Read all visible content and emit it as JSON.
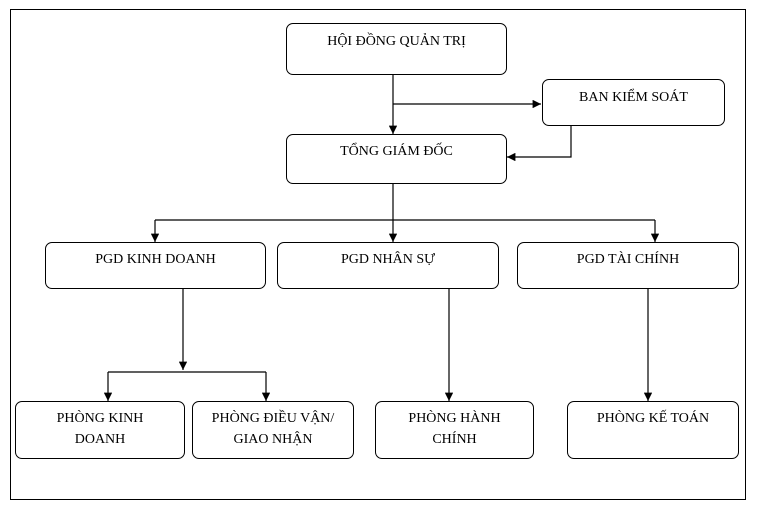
{
  "diagram": {
    "board": "HỘI ĐỒNG QUẢN TRỊ",
    "supervisory": "BAN KIỂM SOÁT",
    "ceo": "TỔNG GIÁM ĐỐC",
    "vp_business": "PGD KINH DOANH",
    "vp_hr": "PGD NHÂN SỰ",
    "vp_finance": "PGD TÀI CHÍNH",
    "dept_business": "PHÒNG KINH DOANH",
    "dept_logistics": "PHÒNG ĐIỀU VẬN/ GIAO NHẬN",
    "dept_admin": "PHÒNG HÀNH CHÍNH",
    "dept_accounting": "PHÒNG KẾ TOÁN"
  }
}
